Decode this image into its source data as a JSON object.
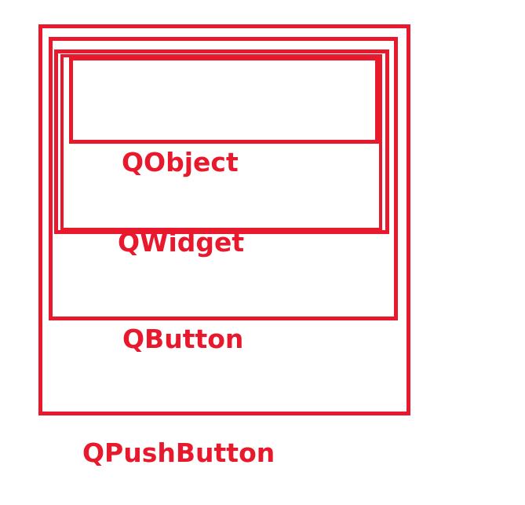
{
  "diagram": {
    "accent_color": "#e8192c",
    "layers": [
      {
        "id": "qobject",
        "label": "QObject"
      },
      {
        "id": "qwidget",
        "label": "QWidget"
      },
      {
        "id": "qbutton",
        "label": "QButton"
      },
      {
        "id": "qpushbutton",
        "label": "QPushButton"
      }
    ]
  }
}
